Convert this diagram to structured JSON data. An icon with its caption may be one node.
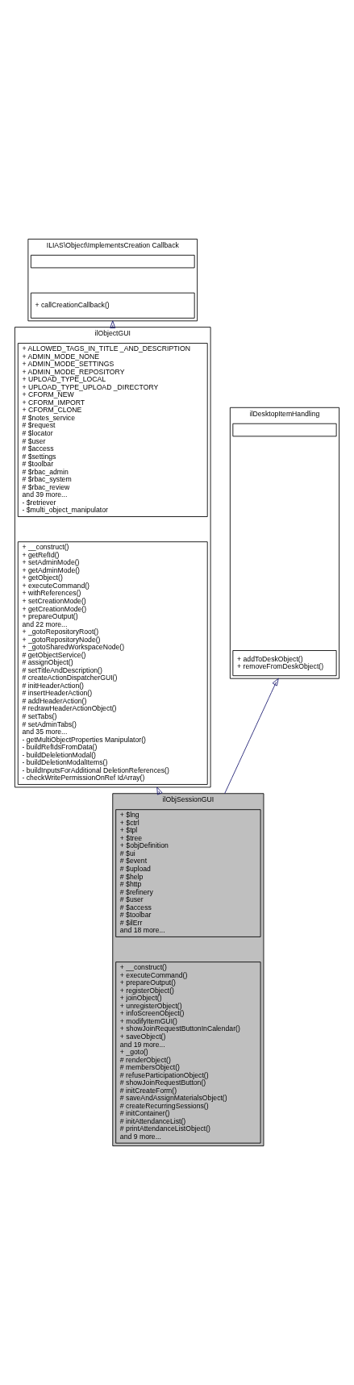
{
  "diagram": {
    "nodes": [
      {
        "text": [
          "ILIAS\\Object\\ImplementsCreation Callback"
        ]
      },
      {
        "text": [],
        "shape": "box",
        "in": 0
      },
      {
        "text": [
          "+ callCreationCallback()"
        ],
        "in": 0
      },
      {
        "text": [
          "ilObjectGUI"
        ]
      },
      {
        "text": [
          "+ ALLOWED_TAGS_IN_TITLE _AND_DESCRIPTION",
          "+ ADMIN_MODE_NONE",
          "+ ADMIN_MODE_SETTINGS",
          "+ ADMIN_MODE_REPOSITORY",
          "+ UPLOAD_TYPE_LOCAL",
          "+ UPLOAD_TYPE_UPLOAD _DIRECTORY",
          "+ CFORM_NEW",
          "+ CFORM_IMPORT",
          "+ CFORM_CLONE",
          "# $notes_service",
          "# $request",
          "# $locator",
          "# $user",
          "# $access",
          "# $settings",
          "# $toolbar",
          "# $rbac_admin",
          "# $rbac_system",
          "# $rbac_review",
          "and 39 more...",
          "- $retriever",
          "- $multi_object_manipulator"
        ],
        "in": 3
      },
      {
        "text": [
          "+ __construct()",
          "+ getRefId()",
          "+ setAdminMode()",
          "+ getAdminMode()",
          "+ getObject()",
          "+ executeCommand()",
          "+ withReferences()",
          "+ setCreationMode()",
          "+ getCreationMode()",
          "+ prepareOutput()",
          "and 22 more...",
          "+ _gotoRepositoryRoot()",
          "+ _gotoRepositoryNode()",
          "+ _gotoSharedWorkspaceNode()",
          "# getObjectService()",
          "# assignObject()",
          "# setTitleAndDescription()",
          "# createActionDispatcherGUI()",
          "# initHeaderAction()",
          "# insertHeaderAction()",
          "# addHeaderAction()",
          "# redrawHeaderActionObject()",
          "# setTabs()",
          "# setAdminTabs()",
          "and 35 more...",
          "- getMultiObjectProperties Manipulator()",
          "- buildRefIdsFromData()",
          "- buildDeleletionModal()",
          "- buildDeletionModalItems()",
          "- buildInputsForAdditional DeletionReferences()",
          "- checkWritePermissionOnRef IdArray()"
        ],
        "in": 3
      },
      {
        "text": [
          "ilDesktopItemHandling"
        ]
      },
      {
        "text": [],
        "shape": "box",
        "in": 6
      },
      {
        "text": [
          "+ addToDeskObject()",
          "+ removeFromDeskObject()"
        ],
        "in": 6
      },
      {
        "text": [
          "ilObjSessionGUI"
        ]
      },
      {
        "text": [
          "+ $lng",
          "+ $ctrl",
          "+ $tpl",
          "+ $tree",
          "+ $objDefinition",
          "# $ui",
          "# $event",
          "# $upload",
          "# $help",
          "# $http",
          "# $refinery",
          "# $user",
          "# $access",
          "# $toolbar",
          "# $ilErr",
          "and 18 more..."
        ],
        "in": 9
      },
      {
        "text": [
          "+ __construct()",
          "+ executeCommand()",
          "+ prepareOutput()",
          "+ registerObject()",
          "+ joinObject()",
          "+ unregisterObject()",
          "+ infoScreenObject()",
          "+ modifyItemGUI()",
          "+ showJoinRequestButtonInCalendar()",
          "+ saveObject()",
          "and 19 more...",
          "+ _goto()",
          "# renderObject()",
          "# membersObject()",
          "# refuseParticipationObject()",
          "# showJoinRequestButton()",
          "# initCreateForm()",
          "# saveAndAssignMaterialsObject()",
          "# createRecurringSessions()",
          "# initContainer()",
          "# initAttendanceList()",
          "# printAttendanceListObject()",
          "and 9 more..."
        ],
        "in": 9
      }
    ],
    "edges": [
      {
        "from": 3,
        "to": 0,
        "arrow": "to",
        "color": "#191970"
      },
      {
        "from": 9,
        "to": 3,
        "arrow": "to",
        "color": "#191970"
      },
      {
        "from": 9,
        "to": 6,
        "arrow": "to",
        "color": "#191970"
      }
    ]
  }
}
